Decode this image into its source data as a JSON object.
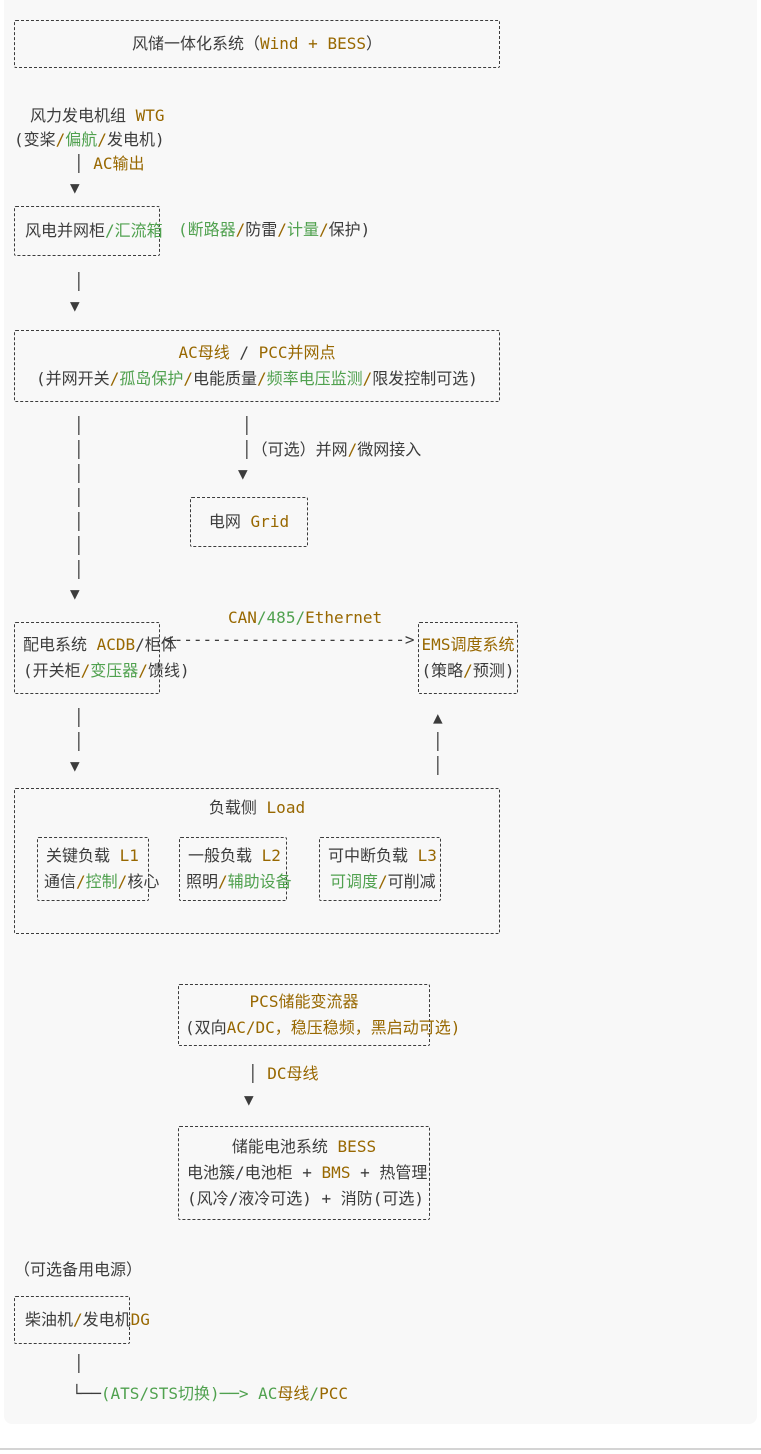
{
  "colors": {
    "text": "#3c3c3c",
    "gold": "#986801",
    "green": "#50a14f",
    "border": "#3c3c3c",
    "code_bg": "#f8f8f8",
    "divider": "#d4d4d4"
  },
  "glyphs": {
    "vbar": "│",
    "arrow_down": "▼",
    "arrow_up": "▲"
  },
  "diagram": {
    "system_box": {
      "title": [
        [
          "风储一体化系统（",
          "d"
        ],
        [
          "Wind + BESS",
          "g"
        ],
        [
          "）",
          "d"
        ]
      ]
    },
    "wtg": {
      "title": [
        [
          "风力发电机组 ",
          "d"
        ],
        [
          "WTG",
          "g"
        ]
      ],
      "sub": [
        [
          "(变桨",
          "d"
        ],
        [
          "/",
          "g"
        ],
        [
          "偏航",
          "n"
        ],
        [
          "/",
          "g"
        ],
        [
          "发电机)",
          "d"
        ]
      ],
      "ac_out": [
        [
          "│ ",
          "d"
        ],
        [
          "AC输出",
          "g"
        ]
      ]
    },
    "grid_cabinet": {
      "line": [
        [
          "风电并网柜",
          "d"
        ],
        [
          "/",
          "n"
        ],
        [
          "汇流箱",
          "n"
        ]
      ],
      "side": [
        [
          "(断路器",
          "n"
        ],
        [
          "/",
          "g"
        ],
        [
          "防雷",
          "d"
        ],
        [
          "/",
          "g"
        ],
        [
          "计量",
          "n"
        ],
        [
          "/",
          "g"
        ],
        [
          "保护)",
          "d"
        ]
      ]
    },
    "ac_bus": {
      "line1": [
        [
          "AC母线",
          "g"
        ],
        [
          " / ",
          "d"
        ],
        [
          "PCC并网点",
          "g"
        ]
      ],
      "line2": [
        [
          "(并网开关",
          "d"
        ],
        [
          "/",
          "g"
        ],
        [
          "孤岛保护",
          "n"
        ],
        [
          "/",
          "g"
        ],
        [
          "电能质量",
          "d"
        ],
        [
          "/",
          "g"
        ],
        [
          "频率电压监测",
          "n"
        ],
        [
          "/",
          "g"
        ],
        [
          "限发控制可选)",
          "d"
        ]
      ]
    },
    "optional_branch": [
      [
        "│",
        "d"
      ],
      [
        "（可选）并网",
        "d"
      ],
      [
        "/",
        "g"
      ],
      [
        "微网接入",
        "d"
      ]
    ],
    "grid": {
      "line": [
        [
          "电网 ",
          "d"
        ],
        [
          "Grid",
          "g"
        ]
      ]
    },
    "comm_label": [
      [
        "CAN",
        "g"
      ],
      [
        "/",
        "n"
      ],
      [
        "485",
        "n"
      ],
      [
        "/",
        "n"
      ],
      [
        "Ethernet",
        "g"
      ]
    ],
    "link_arrow": "<------------------------>",
    "acdb": {
      "line1": [
        [
          "配电系统 ",
          "d"
        ],
        [
          "ACDB",
          "g"
        ],
        [
          "/柜体",
          "d"
        ]
      ],
      "line2": [
        [
          "(开关柜",
          "d"
        ],
        [
          "/",
          "g"
        ],
        [
          "变压器",
          "n"
        ],
        [
          "/",
          "g"
        ],
        [
          "馈线)",
          "d"
        ]
      ]
    },
    "ems": {
      "line1": [
        [
          "EMS调度系统",
          "g"
        ]
      ],
      "line2": [
        [
          "(策略",
          "d"
        ],
        [
          "/",
          "g"
        ],
        [
          "预测)",
          "d"
        ]
      ]
    },
    "load": {
      "title": [
        [
          "负载侧 ",
          "d"
        ],
        [
          "Load",
          "g"
        ]
      ],
      "critical": {
        "line1": [
          [
            "关键负载 ",
            "d"
          ],
          [
            "L1",
            "g"
          ]
        ],
        "line2": [
          [
            "通信",
            "d"
          ],
          [
            "/",
            "g"
          ],
          [
            "控制",
            "n"
          ],
          [
            "/",
            "g"
          ],
          [
            "核心",
            "d"
          ]
        ]
      },
      "general": {
        "line1": [
          [
            "一般负载 ",
            "d"
          ],
          [
            "L2",
            "g"
          ]
        ],
        "line2": [
          [
            "照明",
            "d"
          ],
          [
            "/",
            "g"
          ],
          [
            "辅助设备",
            "n"
          ]
        ]
      },
      "interruptible": {
        "line1": [
          [
            "可中断负载 ",
            "d"
          ],
          [
            "L3",
            "g"
          ]
        ],
        "line2": [
          [
            "可调度",
            "n"
          ],
          [
            "/",
            "g"
          ],
          [
            "可削减",
            "d"
          ]
        ]
      }
    },
    "pcs": {
      "line1": [
        [
          "PCS储能变流器",
          "g"
        ]
      ],
      "line2": [
        [
          "(双向",
          "d"
        ],
        [
          "AC/DC，稳压稳频，黑启动可选)",
          "g"
        ]
      ]
    },
    "dc_bus": [
      [
        "│ ",
        "d"
      ],
      [
        "DC母线",
        "g"
      ]
    ],
    "bess": {
      "line1": [
        [
          "储能电池系统 ",
          "d"
        ],
        [
          "BESS",
          "g"
        ]
      ],
      "line2": [
        [
          "电池簇/电池柜 + ",
          "d"
        ],
        [
          "BMS",
          "g"
        ],
        [
          " + 热管理",
          "d"
        ]
      ],
      "line3": [
        [
          "(风冷/液冷可选) + 消防(可选)",
          "d"
        ]
      ]
    },
    "backup_label": [
      [
        "（可选备用电源）",
        "d"
      ]
    ],
    "diesel": {
      "line": [
        [
          "柴油机",
          "d"
        ],
        [
          "/",
          "g"
        ],
        [
          "发电机",
          "d"
        ],
        [
          "DG",
          "g"
        ]
      ]
    },
    "ats_line": [
      [
        "└──",
        "d"
      ],
      [
        "(ATS/STS切换)",
        "n"
      ],
      [
        "──> ",
        "n"
      ],
      [
        "AC",
        "n"
      ],
      [
        "母线",
        "g"
      ],
      [
        "/",
        "n"
      ],
      [
        "PCC",
        "g"
      ]
    ]
  }
}
